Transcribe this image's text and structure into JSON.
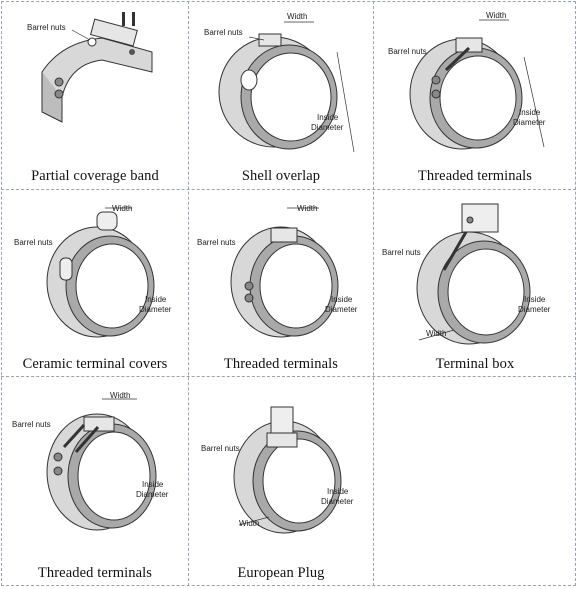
{
  "colors": {
    "border": "#9aa0b8",
    "band": "#d8d8d8",
    "band_dark": "#a9a9a9",
    "inner": "#bdbdbd",
    "line": "#333333",
    "text": "#111111"
  },
  "labels": {
    "barrel_nuts": "Barrel nuts",
    "width": "Width",
    "inside": "Inside",
    "diameter": "Diameter"
  },
  "cells": [
    {
      "caption": "Partial coverage band"
    },
    {
      "caption": "Shell overlap"
    },
    {
      "caption": "Threaded terminals"
    },
    {
      "caption": "Ceramic terminal covers"
    },
    {
      "caption": "Threaded terminals"
    },
    {
      "caption": "Terminal box"
    },
    {
      "caption": "Threaded terminals"
    },
    {
      "caption": "European Plug"
    }
  ]
}
